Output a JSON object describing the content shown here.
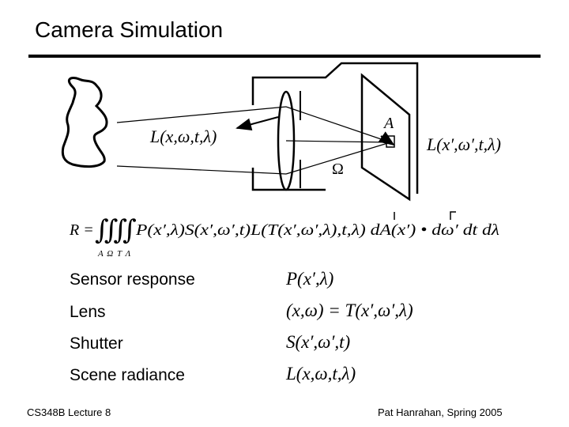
{
  "slide": {
    "title": "Camera Simulation",
    "footer_left": "CS348B Lecture 8",
    "footer_right": "Pat Hanrahan, Spring 2005"
  },
  "diagram": {
    "scene_radiance_label": "L(x,ω,t,λ)",
    "sensor_radiance_label": "L(x′,ω′,t,λ)",
    "area_label": "A",
    "solid_angle_label": "Ω"
  },
  "equation": {
    "lhs": "R =",
    "integral_signs": "∫∫∫∫",
    "integral_domains": "A Ω T Λ",
    "integrand": "P(x′,λ)S(x′,ω′,t)L(T(x′,ω′,λ),t,λ) dA(x′) • dω′ dt dλ"
  },
  "definitions": [
    {
      "label": "Sensor response",
      "formula": "P(x′,λ)"
    },
    {
      "label": "Lens",
      "formula": "(x,ω) = T(x′,ω′,λ)"
    },
    {
      "label": "Shutter",
      "formula": "S(x′,ω′,t)"
    },
    {
      "label": "Scene radiance",
      "formula": "L(x,ω,t,λ)"
    }
  ]
}
